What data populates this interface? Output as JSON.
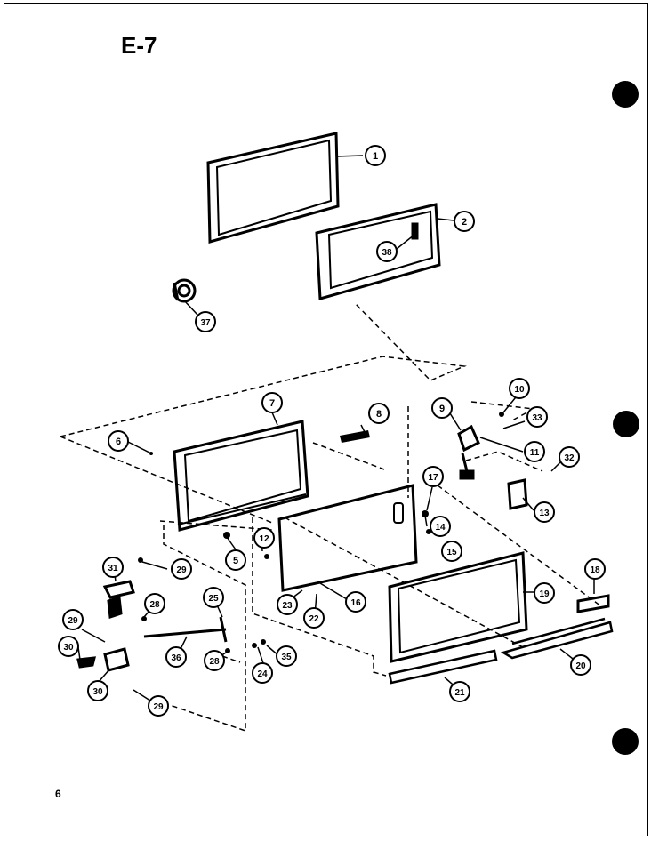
{
  "title": "E-7",
  "page_number": "6",
  "callouts": {
    "c1": "1",
    "c2": "2",
    "c38": "38",
    "c37": "37",
    "c7": "7",
    "c8": "8",
    "c6": "6",
    "c5": "5",
    "c12": "12",
    "c9": "9",
    "c10": "10",
    "c33": "33",
    "c11": "11",
    "c32": "32",
    "c13": "13",
    "c17": "17",
    "c14": "14",
    "c15": "15",
    "c23": "23",
    "c22": "22",
    "c16": "16",
    "c19": "19",
    "c18": "18",
    "c20": "20",
    "c21": "21",
    "c31": "31",
    "c29a": "29",
    "c28a": "28",
    "c25": "25",
    "c29b": "29",
    "c30a": "30",
    "c36": "36",
    "c28b": "28",
    "c24": "24",
    "c35": "35",
    "c30b": "30",
    "c29c": "29"
  }
}
